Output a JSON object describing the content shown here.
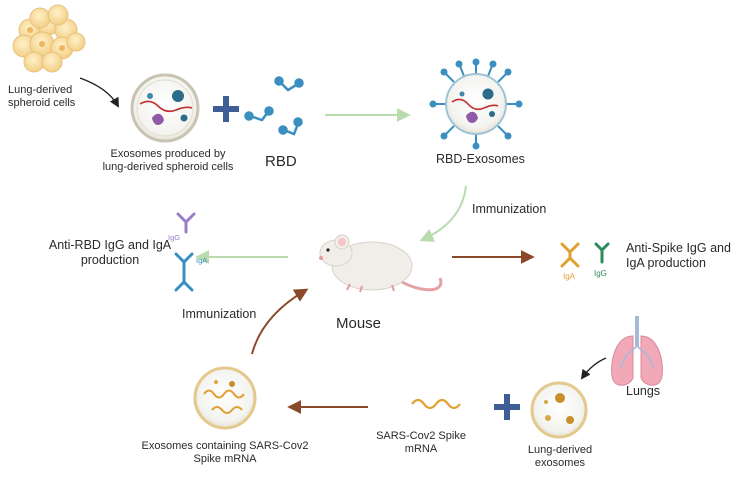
{
  "labels": {
    "lung_spheroid": [
      "Lung-derived",
      "spheroid cells"
    ],
    "exosomes_produced": [
      "Exosomes produced by",
      "lung-derived spheroid cells"
    ],
    "rbd": "RBD",
    "rbd_exosomes": "RBD-Exosomes",
    "immunization_top": "Immunization",
    "anti_rbd": [
      "Anti-RBD IgG and IgA",
      "production"
    ],
    "anti_spike": [
      "Anti-Spike IgG and",
      "IgA production"
    ],
    "mouse": "Mouse",
    "immunization_left": "Immunization",
    "lungs": "Lungs",
    "lung_exosomes": [
      "Lung-derived",
      "exosomes"
    ],
    "spike_mrna": [
      "SARS-Cov2 Spike",
      "mRNA"
    ],
    "exosomes_mrna": [
      "Exosomes containing SARS-Cov2",
      "Spike mRNA"
    ],
    "ab_igg_left": "IgG",
    "ab_iga_left": "IgA",
    "ab_iga_right": "IgA",
    "ab_igg_right": "IgG"
  },
  "colors": {
    "plus": "#3e5f95",
    "arrow_green": "#b9dcae",
    "arrow_brown": "#8a4a2a",
    "arrow_black": "#222222",
    "antibody_blue": "#3a8fc0",
    "antibody_purple": "#9a7cc8",
    "antibody_orange": "#e0a030",
    "antibody_green": "#2f8a5a",
    "cell_yellow": "#f8dca0",
    "lung_pink": "#f1a9b7"
  }
}
